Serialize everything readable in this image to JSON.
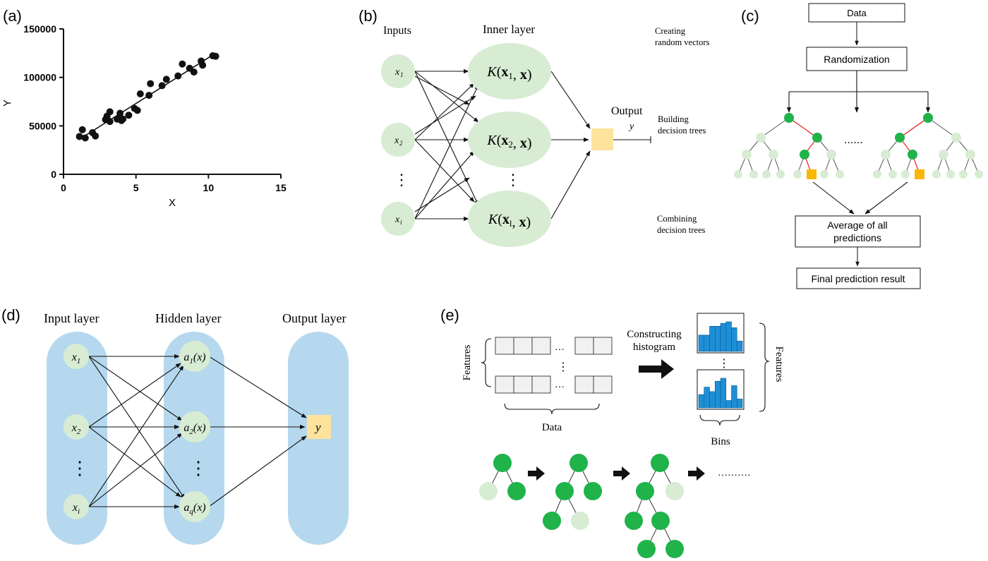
{
  "panels": {
    "a": {
      "label": "(a)",
      "chart_data": {
        "type": "scatter",
        "title": "",
        "xlabel": "X",
        "ylabel": "Y",
        "xlim": [
          0,
          15
        ],
        "ylim": [
          0,
          150000
        ],
        "x_ticks": [
          0,
          5,
          10,
          15
        ],
        "y_ticks": [
          0,
          50000,
          100000,
          150000
        ],
        "x_tick_labels": [
          "0",
          "5",
          "10",
          "15"
        ],
        "y_tick_labels": [
          "0",
          "50000",
          "100000",
          "150000"
        ],
        "grid": false,
        "points": [
          {
            "x": 1.1,
            "y": 39000
          },
          {
            "x": 1.3,
            "y": 46000
          },
          {
            "x": 1.5,
            "y": 37500
          },
          {
            "x": 2.0,
            "y": 43000
          },
          {
            "x": 2.2,
            "y": 39500
          },
          {
            "x": 2.9,
            "y": 56500
          },
          {
            "x": 3.0,
            "y": 60000
          },
          {
            "x": 3.2,
            "y": 54500
          },
          {
            "x": 3.2,
            "y": 64500
          },
          {
            "x": 3.7,
            "y": 57000
          },
          {
            "x": 3.9,
            "y": 63000
          },
          {
            "x": 4.0,
            "y": 55500
          },
          {
            "x": 4.0,
            "y": 57000
          },
          {
            "x": 4.1,
            "y": 57000
          },
          {
            "x": 4.5,
            "y": 61000
          },
          {
            "x": 4.9,
            "y": 68000
          },
          {
            "x": 5.1,
            "y": 66000
          },
          {
            "x": 5.3,
            "y": 83000
          },
          {
            "x": 5.9,
            "y": 81500
          },
          {
            "x": 6.0,
            "y": 93500
          },
          {
            "x": 6.8,
            "y": 91500
          },
          {
            "x": 7.1,
            "y": 98000
          },
          {
            "x": 7.9,
            "y": 101500
          },
          {
            "x": 8.2,
            "y": 113800
          },
          {
            "x": 8.7,
            "y": 109400
          },
          {
            "x": 9.0,
            "y": 105500
          },
          {
            "x": 9.5,
            "y": 116900
          },
          {
            "x": 9.6,
            "y": 112600
          },
          {
            "x": 10.3,
            "y": 122300
          },
          {
            "x": 10.5,
            "y": 121800
          }
        ],
        "fit_line": {
          "x": [
            1.1,
            10.5
          ],
          "y": [
            36200,
            125000
          ]
        }
      }
    },
    "b": {
      "label": "(b)",
      "col_inputs": "Inputs",
      "col_inner": "Inner layer",
      "col_output": "Output",
      "output_var": "y",
      "inputs": [
        "x",
        "x",
        "x"
      ],
      "input_subs": [
        "1",
        "2",
        "i"
      ],
      "kernels": [
        {
          "pre": "K(",
          "vec": "x",
          "sub": "1",
          "post": ", ",
          "vec2": "x",
          "close": ")"
        },
        {
          "pre": "K(",
          "vec": "x",
          "sub": "2",
          "post": ", ",
          "vec2": "x",
          "close": ")"
        },
        {
          "pre": "K(",
          "vec": "x",
          "sub": "l",
          "post": ", ",
          "vec2": "x",
          "close": ")"
        }
      ],
      "dots": "⋮",
      "side_labels": [
        [
          "Creating",
          "random vectors"
        ],
        [
          "Building",
          "decision trees"
        ],
        [
          "Combining",
          "decision trees"
        ]
      ],
      "colors": {
        "node": "#d8ecd4",
        "output": "#fde39b"
      }
    },
    "c": {
      "label": "(c)",
      "box_data": "Data",
      "box_random": "Randomization",
      "box_average": [
        "Average of all",
        "predictions"
      ],
      "box_final": "Final prediction result",
      "dots": "......",
      "colors": {
        "dark": "#1fb34a",
        "light": "#d8ecd4",
        "path": "#e83b3b",
        "leaf": "#f8b800"
      }
    },
    "d": {
      "label": "(d)",
      "col_input": "Input layer",
      "col_hidden": "Hidden layer",
      "col_output": "Output layer",
      "inputs": [
        {
          "base": "x",
          "sub": "1"
        },
        {
          "base": "x",
          "sub": "2"
        },
        {
          "base": "x",
          "sub": "i"
        }
      ],
      "hidden": [
        {
          "base": "a",
          "sub": "1",
          "tail": "(x)"
        },
        {
          "base": "a",
          "sub": "2",
          "tail": "(x)"
        },
        {
          "base": "a",
          "sub": "q",
          "tail": "(x)"
        }
      ],
      "output": "y",
      "dots": "⋮",
      "colors": {
        "column": "#b5d8ee",
        "node": "#d8ecd4",
        "output": "#fde39b"
      }
    },
    "e": {
      "label": "(e)",
      "features_left": "Features",
      "features_right": "Features",
      "data_label": "Data",
      "bins_label": "Bins",
      "construct": [
        "Constructing",
        "histogram"
      ],
      "dots_h": "···",
      "dots_v": "⋮",
      "dots_trees": "··········",
      "histogram_1": [
        0.55,
        0.55,
        0.85,
        0.85,
        0.95,
        1.0,
        0.8,
        0.35
      ],
      "histogram_2": [
        0.45,
        0.7,
        0.55,
        0.9,
        1.0,
        0.25,
        0.75,
        0.3
      ],
      "colors": {
        "bar": "#1e8fd6",
        "cell": "#f1f1f1",
        "dark": "#1fb34a",
        "light": "#d8ecd4"
      }
    }
  }
}
